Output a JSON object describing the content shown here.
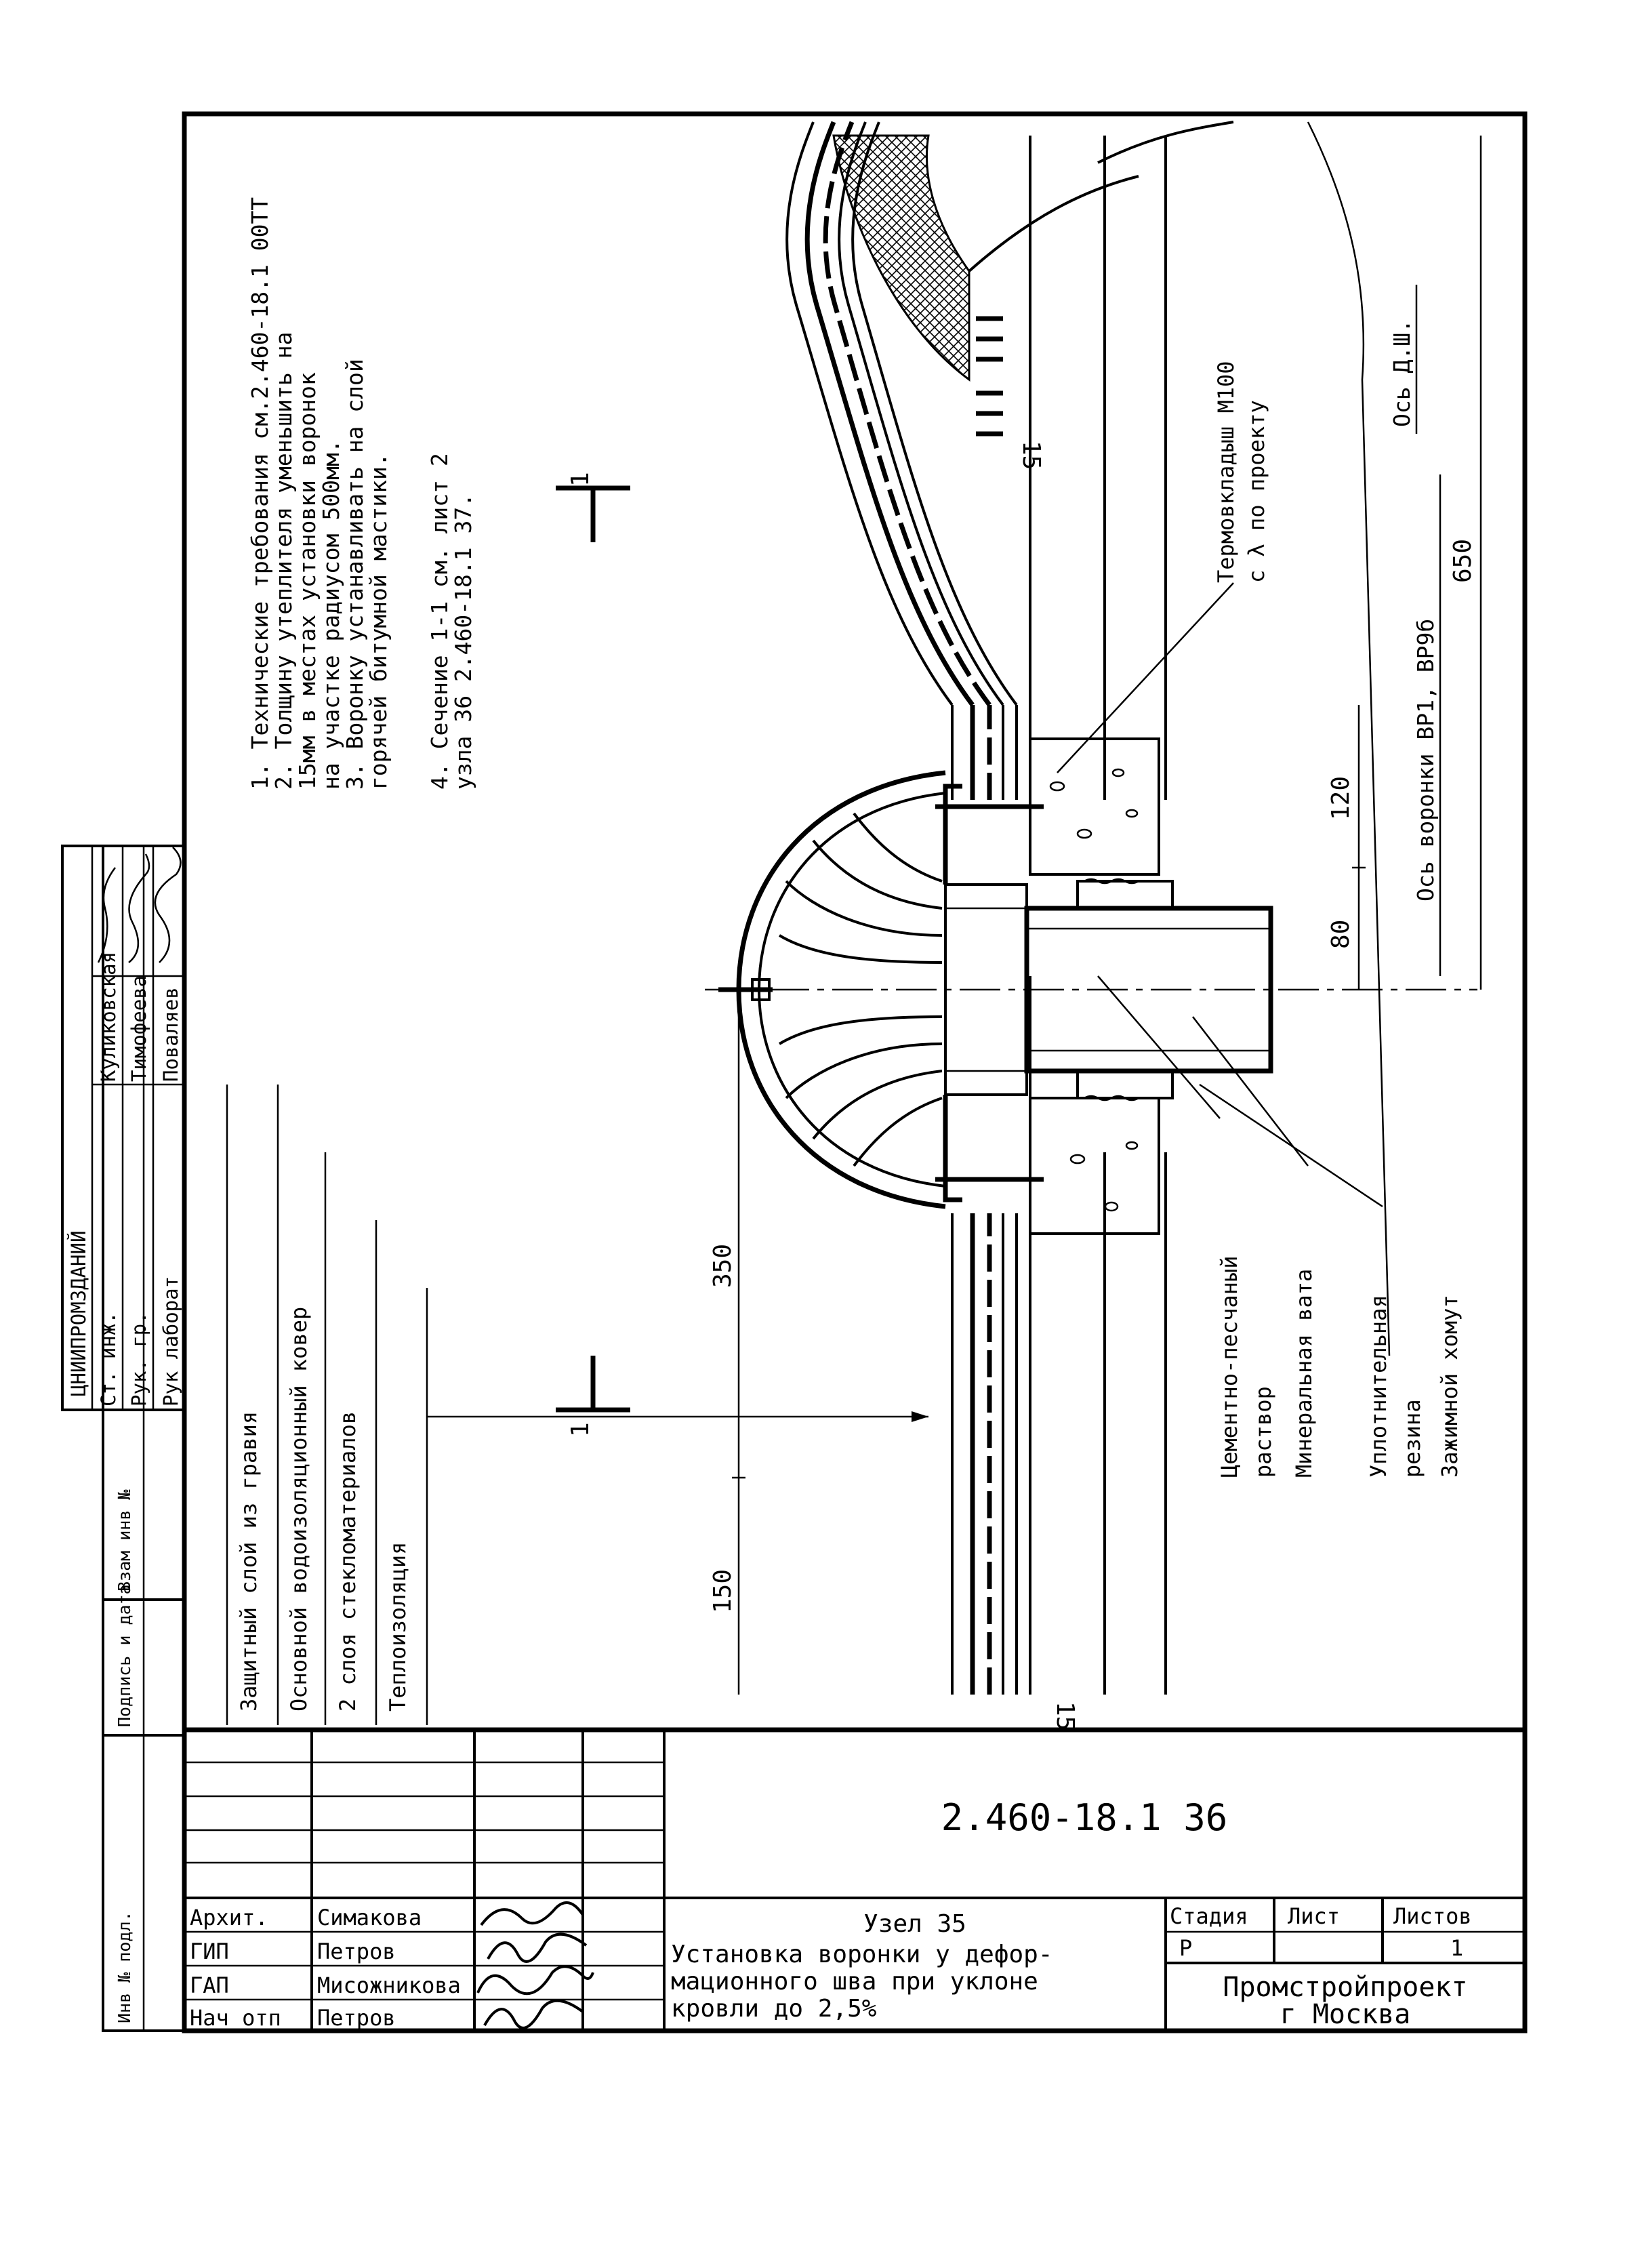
{
  "notes": [
    "1. Технические требования см.2.460-18.1 00ТТ",
    "2. Толщину утеплителя уменьшить на",
    "15мм в местах установки воронок",
    "на участке радиусом 500мм.",
    "3. Воронку устанавливать на слой",
    "горячей битумной мастики.",
    "4. Сечение 1-1 см. лист 2",
    "узла 36 2.460-18.1 37."
  ],
  "layers": [
    "Защитный слой из гравия",
    "Основной водоизоляционный ковер",
    "2 слоя стекломатериалов",
    "Теплоизоляция"
  ],
  "dimensions": {
    "d350": "350",
    "d150": "150",
    "d120": "120",
    "d80": "80",
    "d650": "650",
    "d15a": "15",
    "d15b": "15"
  },
  "section_marks": {
    "top": "1",
    "bottom": "1"
  },
  "callouts": {
    "mortar_1": "Цементно-песчаный",
    "mortar_2": "раствор",
    "wool": "Минеральная вата",
    "rubber_1": "Уплотнительная",
    "rubber_2": "резина",
    "clamp": "Зажимной хомут",
    "insert_1": "Термовкладыш М100",
    "insert_2": "с λ по проекту"
  },
  "axes": {
    "funnel": "Ось воронки ВР1, ВР9б",
    "joint": "Ось Д.Ш."
  },
  "stamp": {
    "org": "ЦНИИПРОМЗДАНИЙ",
    "rows": [
      {
        "role": "Ст. инж.",
        "name": "Куликовская"
      },
      {
        "role": "Рук. гр.",
        "name": "Тимофеева"
      },
      {
        "role": "Рук лаборат",
        "name": "Поваляев"
      }
    ]
  },
  "side_labels": [
    "Инв № подл.",
    "Подпись и дата",
    "Взам инв №"
  ],
  "title_block": {
    "doc_code": "2.460-18.1 36",
    "node": "Узел 35",
    "title_lines": [
      "Установка воронки у дефор-",
      "мационного шва при уклоне",
      "кровли до 2,5%"
    ],
    "headers": {
      "stage": "Стадия",
      "sheet": "Лист",
      "sheets": "Листов"
    },
    "values": {
      "stage": "Р",
      "sheet": "",
      "sheets": "1"
    },
    "org_lines": [
      "Промстройпроект",
      "г Москва"
    ],
    "people": [
      {
        "role": "Архит.",
        "name": "Симакова"
      },
      {
        "role": "ГИП",
        "name": "Петров"
      },
      {
        "role": "ГАП",
        "name": "Мисожникова"
      },
      {
        "role": "Нач отп",
        "name": "Петров"
      }
    ]
  }
}
